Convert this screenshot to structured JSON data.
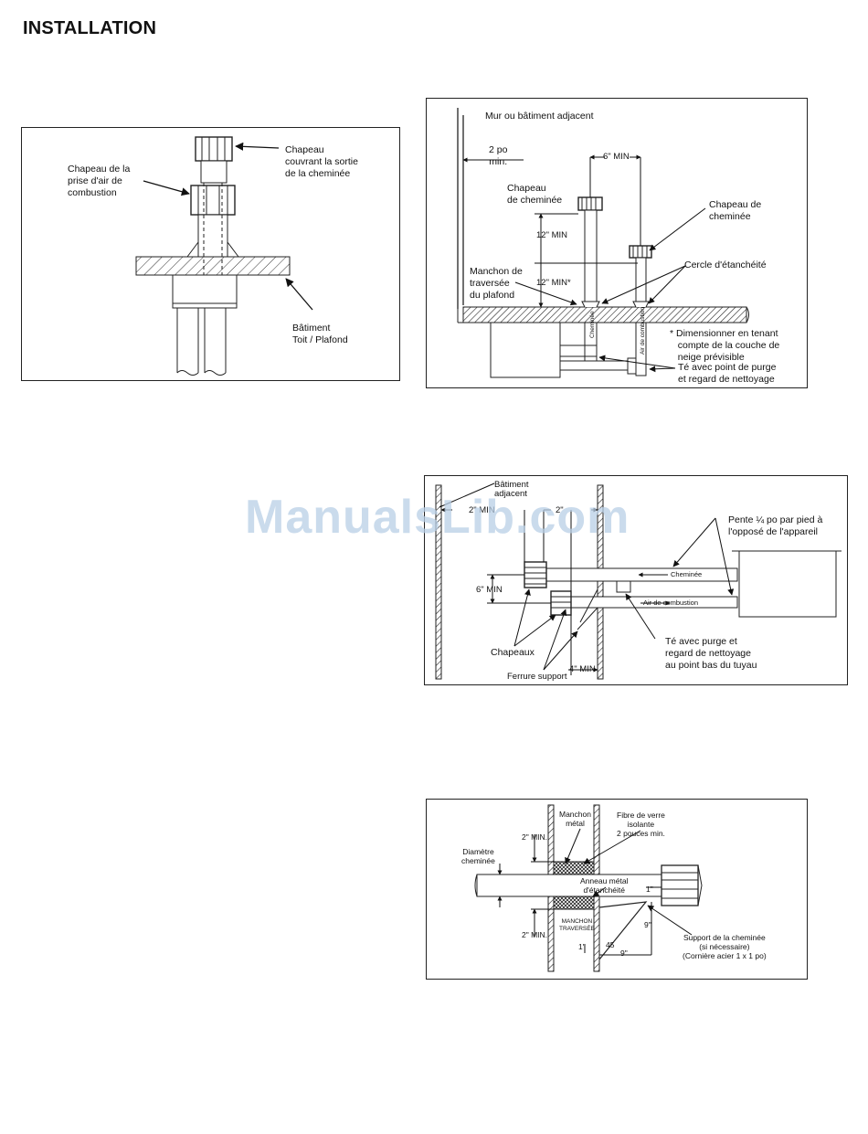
{
  "page": {
    "title": "INSTALLATION",
    "watermark": "ManualsLib.com"
  },
  "fig1": {
    "cap_exhaust": "Chapeau\ncouvrant la sortie\nde la cheminée",
    "cap_intake": "Chapeau de la\nprise d'air de\ncombustion",
    "building": "Bâtiment\nToit / Plafond"
  },
  "fig2": {
    "wall": "Mur ou bâtiment adjacent",
    "dist_wall": "2 po\nmin.",
    "dist_6": "6\" MIN",
    "cap_left": "Chapeau\nde cheminée",
    "cap_right": "Chapeau de\ncheminée",
    "min12_a": "12\" MIN",
    "min12_b": "12\" MIN*",
    "sleeve": "Manchon de\ntraversée\ndu plafond",
    "seal": "Cercle d'étanchéité",
    "note": "* Dimensionner en tenant\n   compte de la couche de\n   neige prévisible",
    "tee": "Té avec point de purge\net regard de nettoyage",
    "pipe_chem": "Cheminée",
    "pipe_air": "Air de combustion"
  },
  "fig3": {
    "building": "Bâtiment\nadjacent",
    "d2a": "2\" MIN",
    "d2b": "2\"",
    "slope": "Pente ¼ po par pied à\nl'opposé de l'appareil",
    "d6": "6\" MIN",
    "chem": "Cheminée",
    "air": "Air de combustion",
    "tee": "Té avec purge et\nregard de nettoyage\nau point bas du tuyau",
    "caps": "Chapeaux",
    "bracket": "Ferrure support",
    "d4": "4\" MIN"
  },
  "fig4": {
    "sleeve": "Manchon\nmétal",
    "fiber": "Fibre de verre\nisolante\n2 pouces min.",
    "d2_top": "2\" MIN.",
    "diam": "Diamètre\ncheminée",
    "ring": "Anneau métal\nd'étanchéité",
    "d1": "1\"",
    "d2_bot": "2\" MIN.",
    "manchon": "MANCHON\nTRAVERSÉE",
    "d9v": "9\"",
    "support": "Support de la cheminée\n(si nécessaire)\n(Cornière acier 1 x 1 po)",
    "d45": "45",
    "d9h": "9\"",
    "d1b": "1\""
  }
}
